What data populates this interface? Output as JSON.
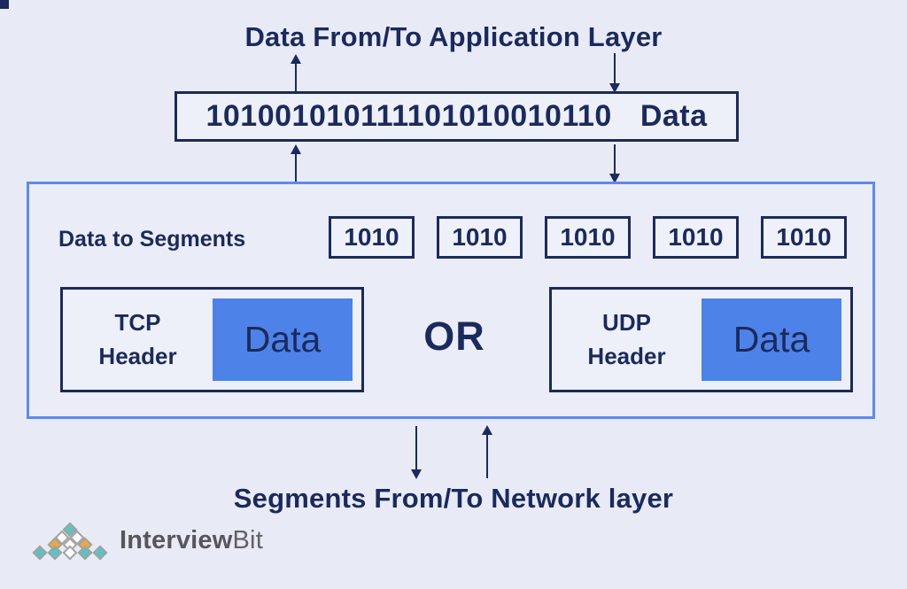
{
  "colors": {
    "background": "#e8ebf6",
    "navy": "#1b2a5c",
    "container_border_blue": "#5b8bee",
    "data_fill_blue": "#4d82e8",
    "logo_teal": "#5ec1c2",
    "logo_orange": "#f2a73b",
    "logo_text_gray": "#55575b"
  },
  "top": {
    "title": "Data From/To Application Layer"
  },
  "binary_box": {
    "bits": "101001010111101010010110",
    "label": "Data"
  },
  "segments_section": {
    "label": "Data to Segments",
    "segments": [
      "1010",
      "1010",
      "1010",
      "1010",
      "1010"
    ]
  },
  "tcp": {
    "header_line1": "TCP",
    "header_line2": "Header",
    "data_label": "Data"
  },
  "or_label": "OR",
  "udp": {
    "header_line1": "UDP",
    "header_line2": "Header",
    "data_label": "Data"
  },
  "bottom": {
    "title": "Segments From/To Network layer"
  },
  "logo": {
    "brand_bold": "Interview",
    "brand_light": "Bit",
    "pyramid": [
      [
        "teal"
      ],
      [
        "white",
        "white"
      ],
      [
        "orange",
        "white",
        "orange"
      ],
      [
        "teal",
        "teal",
        "white",
        "teal",
        "teal"
      ]
    ]
  }
}
